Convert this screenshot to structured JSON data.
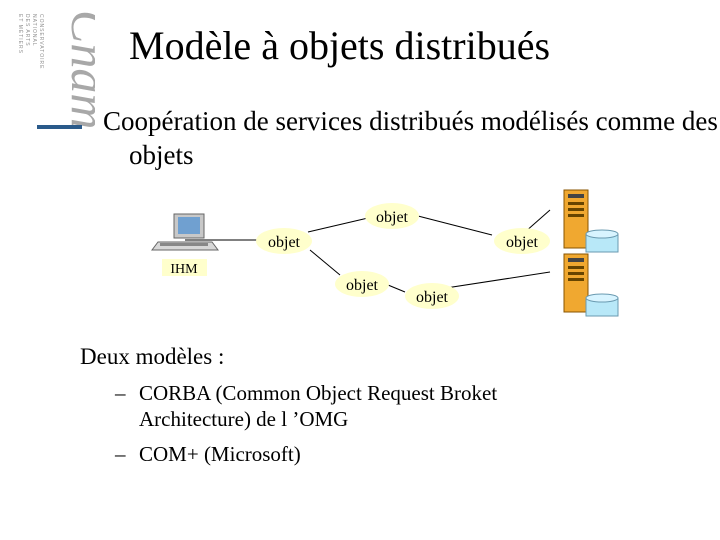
{
  "title": "Modèle à objets distribués",
  "intro": "Coopération de services distribués modélisés comme des objets",
  "diagram": {
    "client_label": "IHM",
    "nodes": [
      "objet",
      "objet",
      "objet",
      "objet",
      "objet"
    ]
  },
  "section_heading": "Deux modèles :",
  "bullets": [
    {
      "dash": "–",
      "text": "CORBA (Common Object Request Broket Architecture) de l ’OMG"
    },
    {
      "dash": "–",
      "text": "COM+ (Microsoft)"
    }
  ],
  "logo": {
    "text": "Cnam",
    "subtitle": [
      "CONSERVATOIRE",
      "NATIONAL",
      "DES ARTS",
      "ET MÉTIERS"
    ]
  },
  "colors": {
    "node_fill": "#ffffcc",
    "server": "#f0a830",
    "disk": "#b8e8f8"
  }
}
